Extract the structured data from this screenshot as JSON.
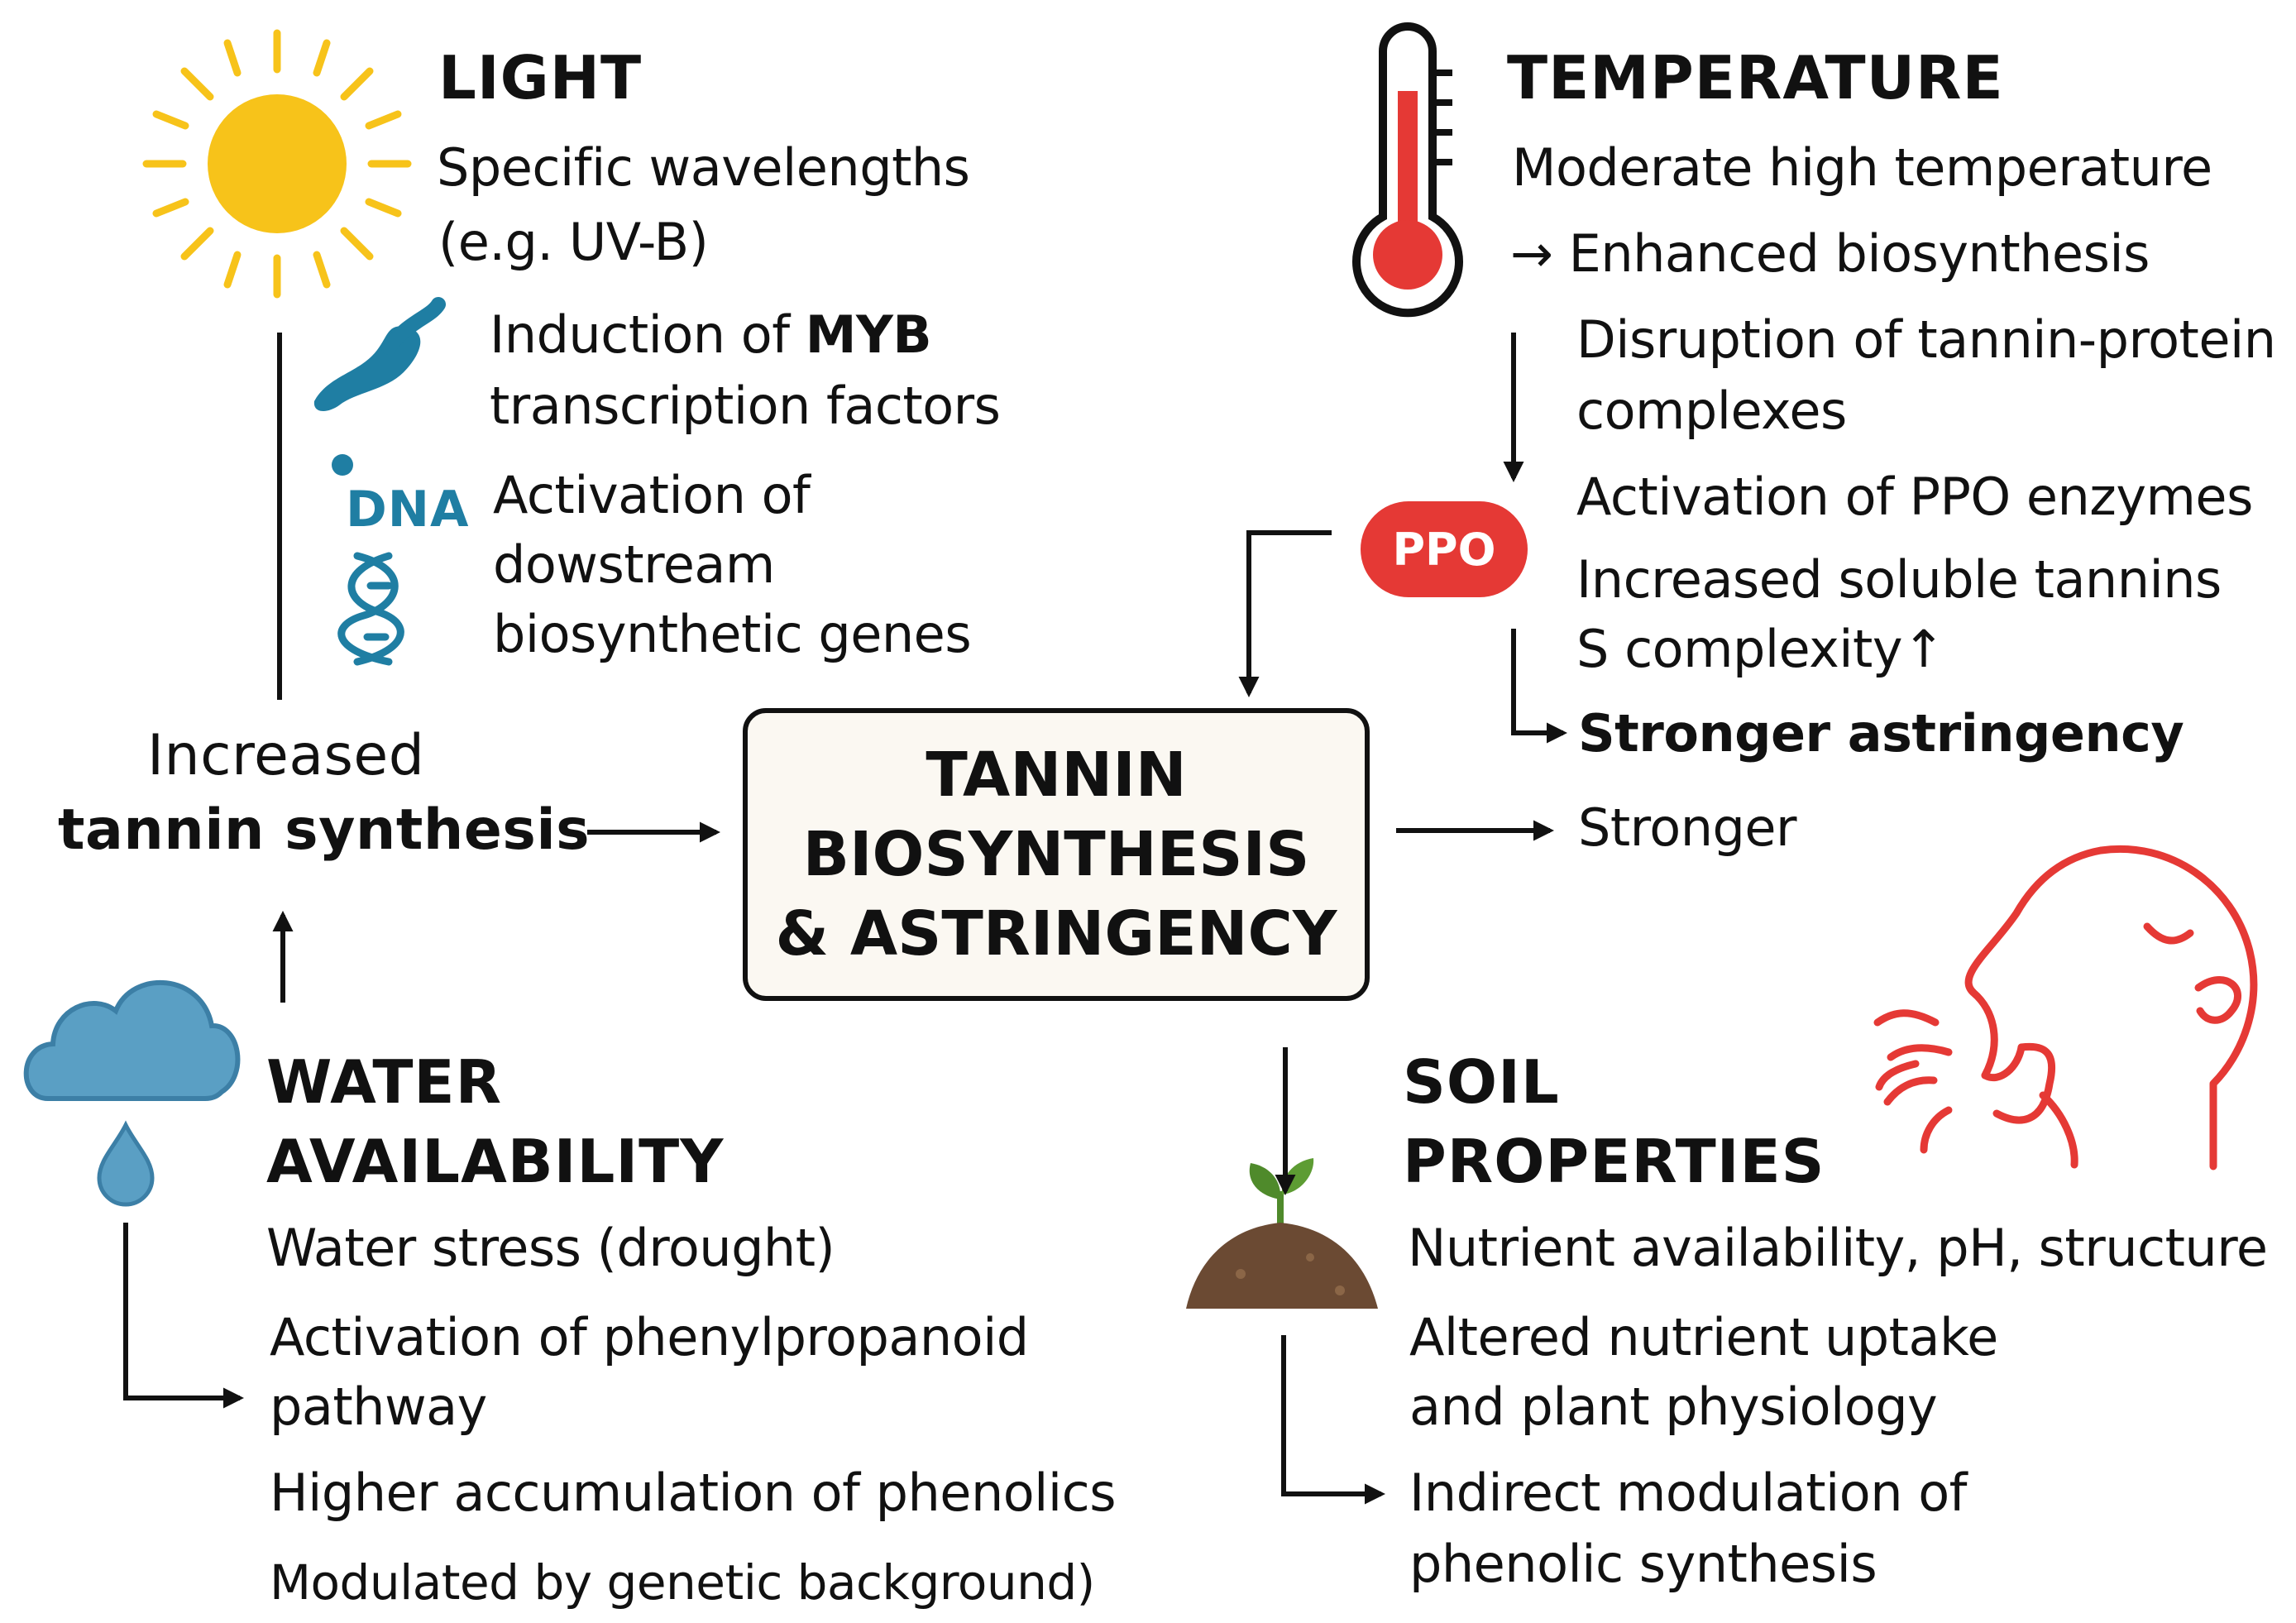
{
  "colors": {
    "sun": "#f7c31a",
    "thermometer_fill": "#e53935",
    "ppo": "#e53935",
    "water": "#5a9fc4",
    "dna": "#1f7ea3",
    "soil": "#6b4a33",
    "sprout": "#4f8a2b",
    "face": "#e53935",
    "arrows": "#111111"
  },
  "icons": [
    "sun-icon",
    "thermometer-icon",
    "molecule-icon",
    "dna-helix-icon",
    "cloud-icon",
    "water-drop-icon",
    "sprout-icon",
    "soil-mound-icon",
    "face-profile-icon",
    "ppo-badge"
  ],
  "center": {
    "line1": "TANNIN",
    "line2": "BIOSYNTHESIS",
    "line3": "& ASTRINGENCY"
  },
  "light": {
    "title": "LIGHT",
    "line1": "Specific wavelengths",
    "line2": "(e.g. UV-B)",
    "myb_line1_prefix": "Induction of ",
    "myb_line1_bold": "MYB",
    "myb_line2": "transcription factors",
    "dna_label": "DNA",
    "act_line1": "Activation of",
    "act_line2": "dowstream",
    "act_line3": "biosynthetic genes"
  },
  "increased": {
    "line1": "Increased",
    "line2": "tannin synthesis"
  },
  "temperature": {
    "title": "TEMPERATURE",
    "line1": "Moderate high temperature",
    "line2": "Enhanced biosynthesis",
    "arrow_glyph": "→",
    "line3": "Disruption of tannin-protein",
    "line4": "complexes",
    "ppo_label": "PPO",
    "line5": "Activation of PPO enzymes",
    "line6": "Increased soluble tannins",
    "line7": "S complexity",
    "up_glyph": "↑",
    "line8": "Stronger astringency"
  },
  "stronger": "Stronger",
  "water": {
    "title_line1": "WATER",
    "title_line2": "AVAILABILITY",
    "line1": "Water stress (drought)",
    "line2": "Activation of phenylpropanoid",
    "line3": "pathway",
    "line4": "Higher accumulation of phenolics",
    "line5": "Modulated by genetic background)"
  },
  "soil": {
    "title_line1": "SOIL",
    "title_line2": "PROPERTIES",
    "line1": "Nutrient availability, pH, structure",
    "line2": "Altered nutrient uptake",
    "line3": "and plant physiology",
    "line4": "Indirect modulation of",
    "line5": "phenolic synthesis"
  }
}
